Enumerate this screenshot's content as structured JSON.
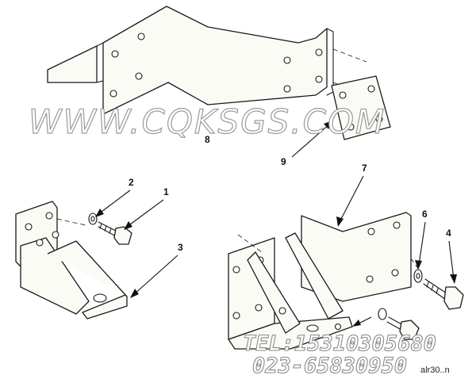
{
  "watermark": {
    "site": "WWW.CQKSGS.COM",
    "phone_line1": "TEL:15310305680",
    "phone_line2": "023-65830950"
  },
  "callouts": [
    "1",
    "2",
    "3",
    "4",
    "6",
    "7",
    "8",
    "9"
  ],
  "drawing_code": "alr30..n"
}
